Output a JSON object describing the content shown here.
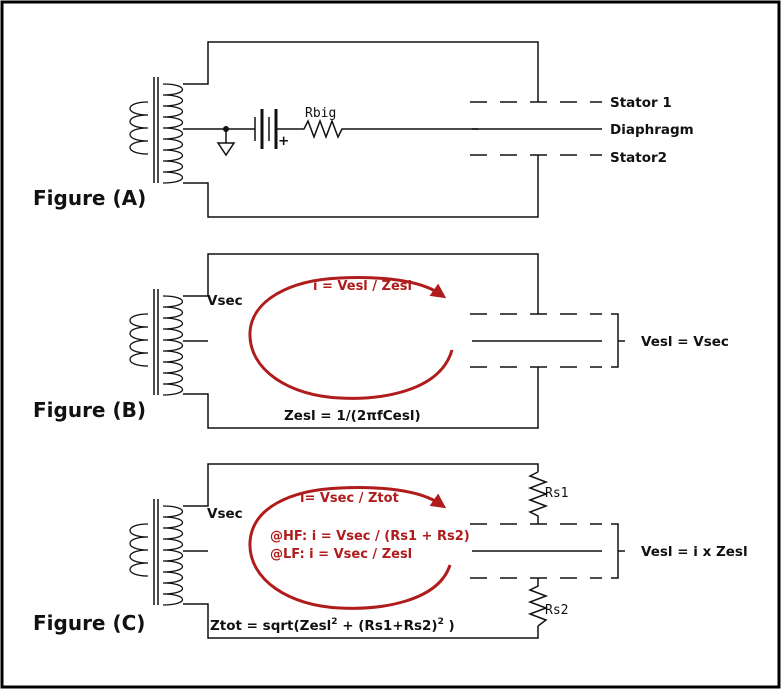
{
  "figures": {
    "a": {
      "title": "Figure (A)",
      "resistor": "Rbig",
      "plus": "+",
      "stator1": "Stator 1",
      "diaphragm": "Diaphragm",
      "stator2": "Stator2"
    },
    "b": {
      "title": "Figure (B)",
      "vsec": "Vsec",
      "current": "i = Vesl / Zesl",
      "impedance": "Zesl = 1/(2πfCesl)",
      "voltage": "Vesl = Vsec"
    },
    "c": {
      "title": "Figure (C)",
      "vsec": "Vsec",
      "current": "i= Vsec / Ztot",
      "hf": "@HF:  i = Vsec / (Rs1 + Rs2)",
      "lf": "@LF:   i = Vsec / Zesl",
      "rs1": "Rs1",
      "rs2": "Rs2",
      "voltage": "Vesl = i x Zesl",
      "ztot_a": "Ztot = sqrt(Zesl",
      "ztot_sup1": "2",
      "ztot_b": " + (Rs1+Rs2)",
      "ztot_sup2": "2",
      "ztot_c": " )"
    }
  }
}
